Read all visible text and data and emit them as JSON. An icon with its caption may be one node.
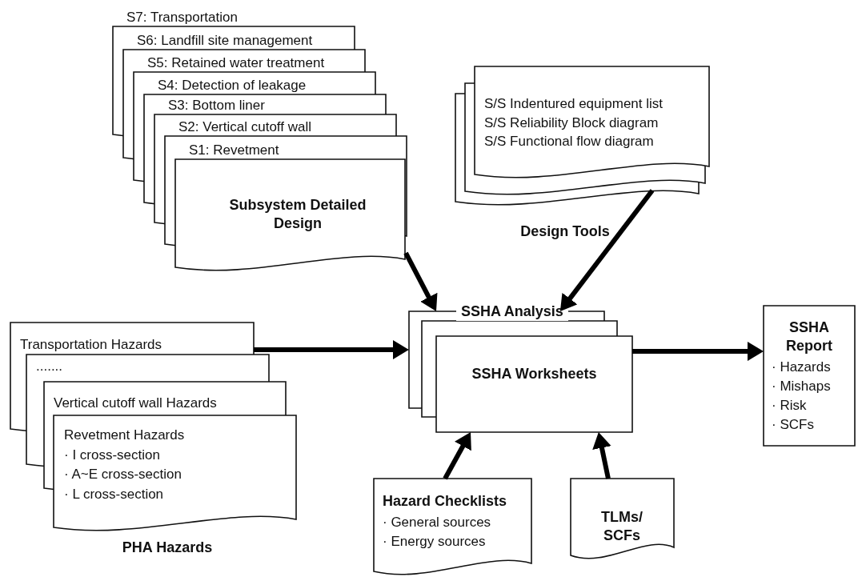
{
  "diagram": {
    "nodes": [
      {
        "text": [
          "S7: Transportation",
          "S6: Landfill site management",
          "S5: Retained water treatment",
          "S4: Detection of leakage",
          "S3: Bottom liner",
          "S2: Vertical cutoff wall",
          "S1: Revetment",
          "Subsystem Detailed Design"
        ]
      },
      {
        "text": [
          "S/S Indentured equipment list",
          "S/S Reliability Block diagram",
          "S/S Functional flow diagram"
        ],
        "beside": [
          "Design Tools"
        ]
      },
      {
        "text": [
          "Transportation Hazards",
          ".......",
          "Vertical cutoff wall Hazards",
          "Revetment Hazards",
          "· I cross-section",
          "· A~E cross-section",
          "· L cross-section"
        ],
        "beside": [
          "PHA Hazards"
        ]
      },
      {
        "text": [
          "SSHA Analysis",
          "SSHA Worksheets"
        ]
      },
      {
        "text": [
          "SSHA Report",
          "· Hazards",
          "· Mishaps",
          "· Risk",
          "· SCFs"
        ]
      },
      {
        "text": [
          "Hazard Checklists",
          "· General sources",
          "· Energy sources"
        ]
      },
      {
        "text": [
          "TLMs/ SCFs"
        ]
      }
    ],
    "edges": [
      {
        "from": 0,
        "to": 3,
        "arrow": "to"
      },
      {
        "from": 1,
        "to": 3,
        "arrow": "to"
      },
      {
        "from": 2,
        "to": 3,
        "arrow": "to"
      },
      {
        "from": 3,
        "to": 4,
        "arrow": "to"
      },
      {
        "from": 5,
        "to": 3,
        "arrow": "to"
      },
      {
        "from": 6,
        "to": 3,
        "arrow": "to"
      }
    ]
  }
}
